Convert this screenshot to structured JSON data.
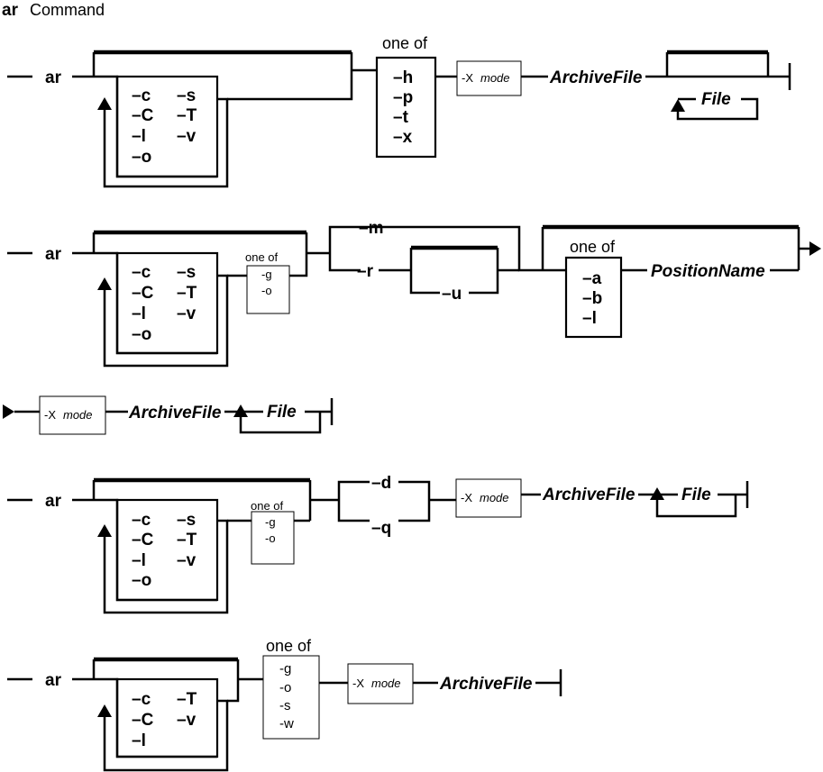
{
  "title": {
    "command": "ar",
    "suffix": "Command"
  },
  "common": {
    "ar": "ar",
    "one_of": "one of",
    "x_flag": "-X",
    "x_mode": "mode",
    "archive_file": "ArchiveFile",
    "file": "File",
    "position_name": "PositionName"
  },
  "flags": {
    "c": "–c",
    "C": "–C",
    "l": "–l",
    "o": "–o",
    "s": "–s",
    "T": "–T",
    "v": "–v",
    "h": "–h",
    "p": "–p",
    "t": "–t",
    "x": "–x",
    "m": "–m",
    "r": "–r",
    "u": "–u",
    "a": "–a",
    "b": "–b",
    "l2": "–l",
    "d": "–d",
    "q": "–q"
  },
  "small_opts": {
    "g": "-g",
    "o": "-o",
    "s": "-s",
    "w": "-w"
  }
}
